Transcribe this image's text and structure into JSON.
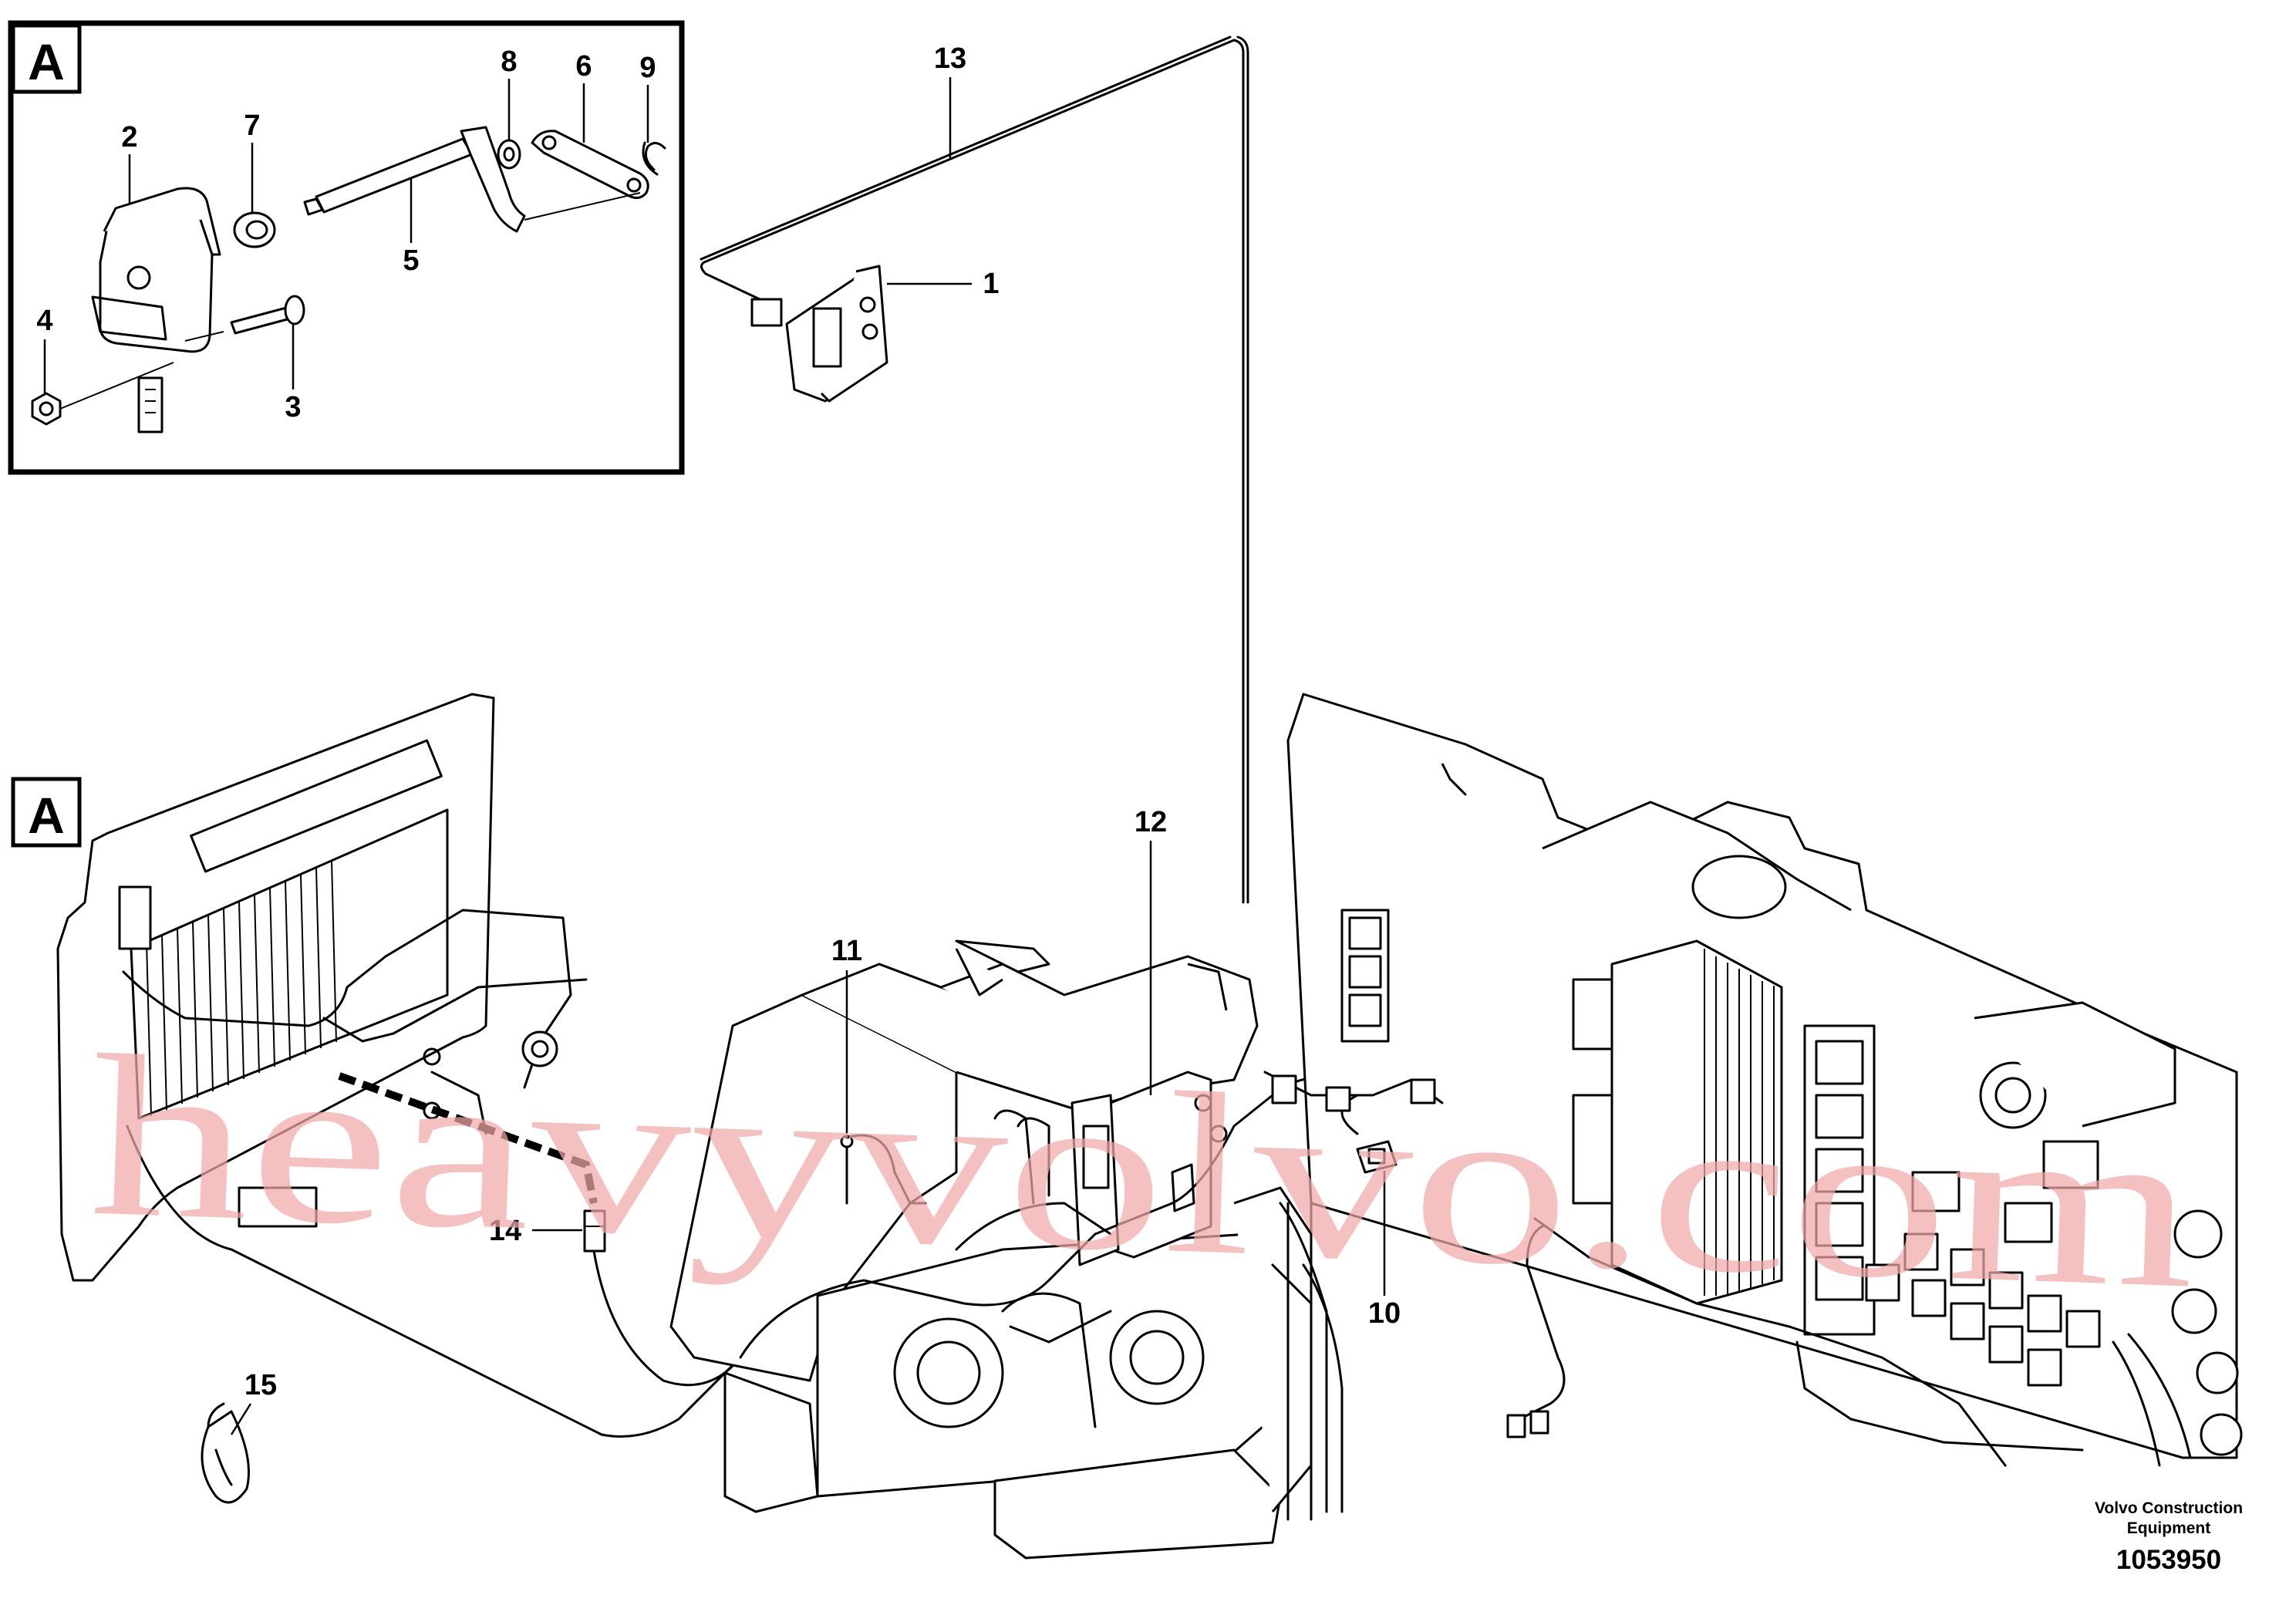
{
  "detail_label": "A",
  "callouts": {
    "c1": "1",
    "c2": "2",
    "c3": "3",
    "c4": "4",
    "c5": "5",
    "c6": "6",
    "c7": "7",
    "c8": "8",
    "c9": "9",
    "c10": "10",
    "c11": "11",
    "c12": "12",
    "c13": "13",
    "c14": "14",
    "c15": "15"
  },
  "watermark": "heavyvolvo.com",
  "footer": {
    "company_line1": "Volvo Construction",
    "company_line2": "Equipment",
    "drawing_number": "1053950"
  }
}
